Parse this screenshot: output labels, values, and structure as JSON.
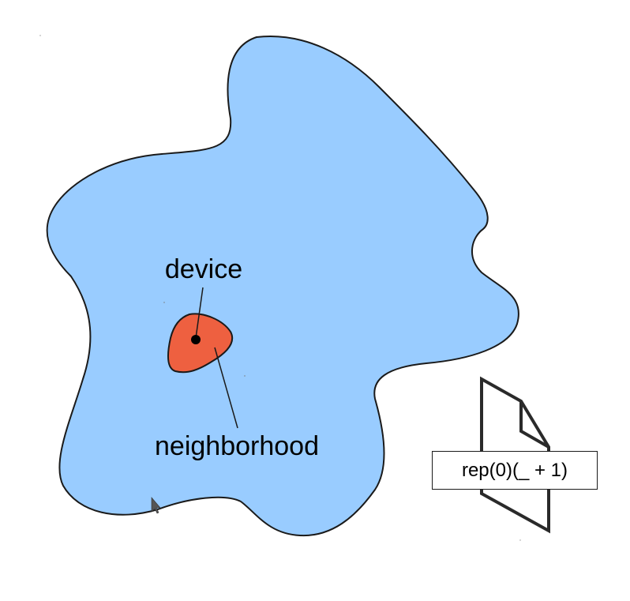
{
  "diagram": {
    "labels": {
      "device": "device",
      "neighborhood": "neighborhood"
    },
    "program": {
      "expression": "rep(0)(_ + 1)",
      "icon": "document-icon"
    },
    "colors": {
      "network_region": "#99ccff",
      "neighborhood_region": "#ee6040",
      "outline": "#1a1a1a",
      "background": "#ffffff"
    },
    "cursor_icon": "mouse-pointer-icon"
  }
}
